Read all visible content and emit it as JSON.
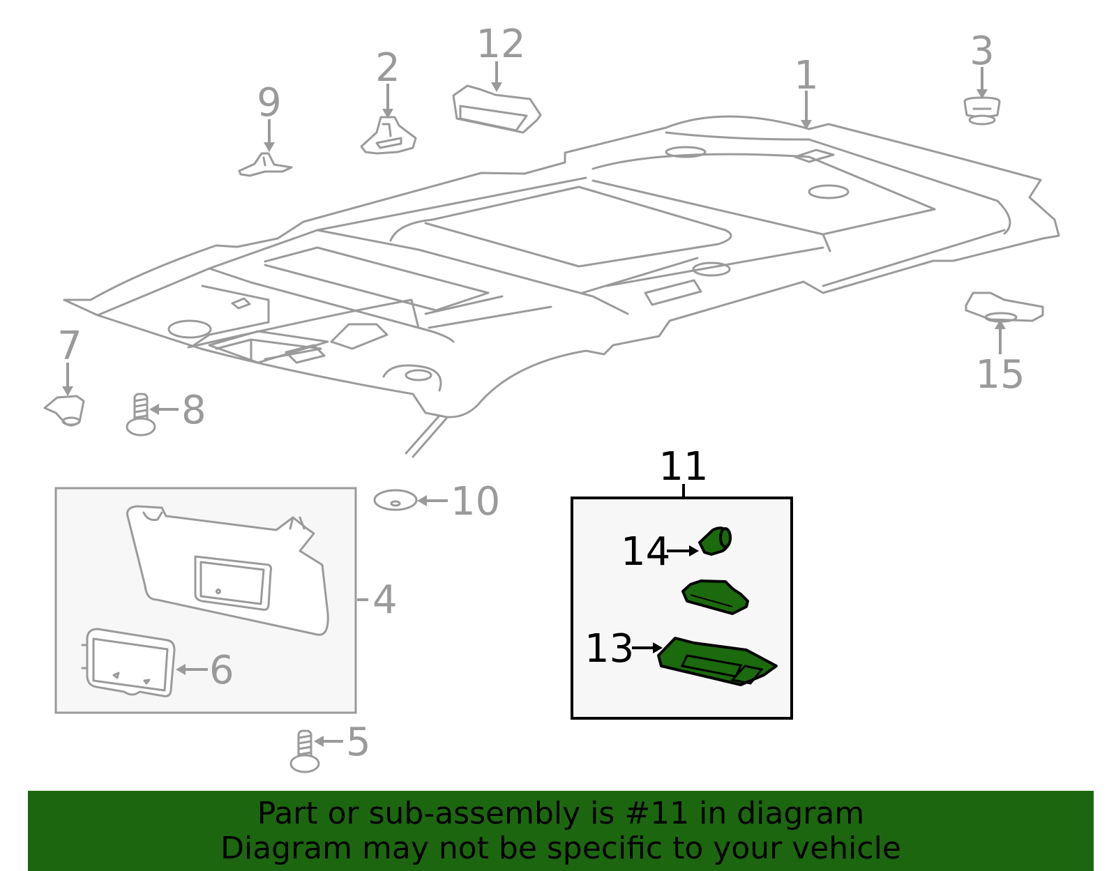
{
  "callouts": {
    "c1": "1",
    "c2": "2",
    "c3": "3",
    "c4": "4",
    "c5": "5",
    "c6": "6",
    "c7": "7",
    "c8": "8",
    "c9": "9",
    "c10": "10",
    "c11": "11",
    "c12": "12",
    "c13": "13",
    "c14": "14",
    "c15": "15"
  },
  "highlighted_part": "11",
  "colors": {
    "highlight_fill": "#1b6a0e",
    "banner_bg": "#1d6610",
    "part_line": "#9a9a9a"
  },
  "banner": {
    "line1": "Part or sub-assembly is #11 in diagram",
    "line2": "Diagram may not be specific to your vehicle"
  }
}
